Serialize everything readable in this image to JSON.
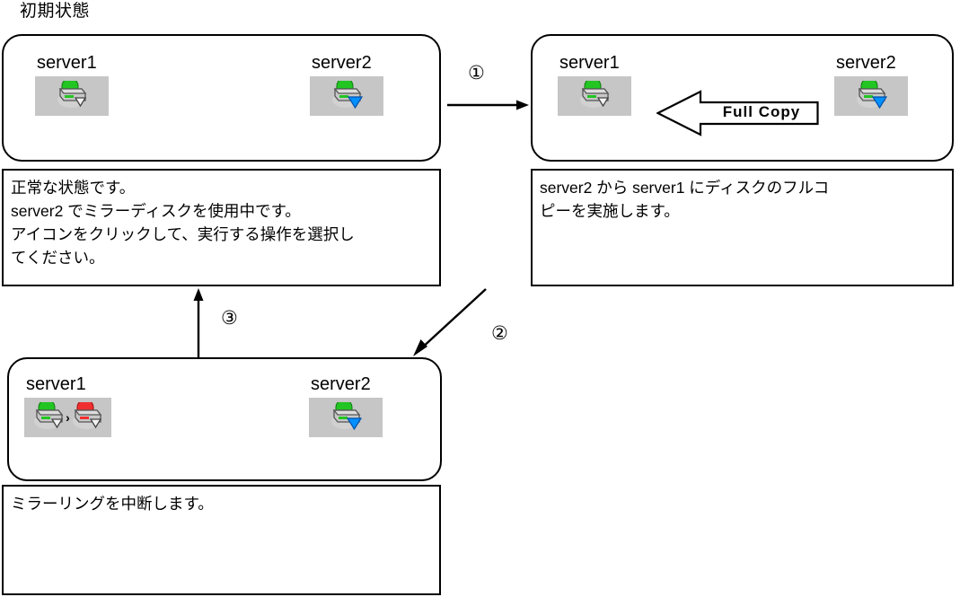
{
  "page": {
    "title": "初期状態"
  },
  "states": [
    {
      "id": "initial-state",
      "servers": [
        {
          "name": "server1",
          "icon": "disk-green-icon",
          "status_color": "#22c522"
        },
        {
          "name": "server2",
          "icon": "disk-green-blue-arrow-icon",
          "status_color": "#22c522",
          "badge_color": "#0090ff"
        }
      ],
      "description": "正常な状態です。\nserver2 でミラーディスクを使用中です。\nアイコンをクリックして、実行する操作を選択し\nてください。"
    },
    {
      "id": "full-copy-state",
      "servers": [
        {
          "name": "server1",
          "icon": "disk-green-icon",
          "status_color": "#22c522"
        },
        {
          "name": "server2",
          "icon": "disk-green-blue-arrow-icon",
          "status_color": "#22c522",
          "badge_color": "#0090ff"
        }
      ],
      "operation_label": "Full Copy",
      "description": "server2 から server1 にディスクのフルコ\nピーを実施します。"
    },
    {
      "id": "mirror-break-state",
      "servers": [
        {
          "name": "server1",
          "icon": "disk-green-to-red-icon",
          "status_color": "#22c522",
          "status_color_2": "#f03030"
        },
        {
          "name": "server2",
          "icon": "disk-green-blue-arrow-icon",
          "status_color": "#22c522",
          "badge_color": "#0090ff"
        }
      ],
      "description": "ミラーリングを中断します。"
    }
  ],
  "transitions": [
    {
      "id": "transition-1",
      "label": "①",
      "direction": "right"
    },
    {
      "id": "transition-2",
      "label": "②",
      "direction": "down-left"
    },
    {
      "id": "transition-3",
      "label": "③",
      "direction": "up"
    }
  ],
  "colors": {
    "icon_tile_background": "#c6c6c6",
    "border": "#000000",
    "panel_background": "#ffffff",
    "status_ok": "#22c522",
    "status_error": "#f03030",
    "badge_blue": "#0090ff"
  }
}
